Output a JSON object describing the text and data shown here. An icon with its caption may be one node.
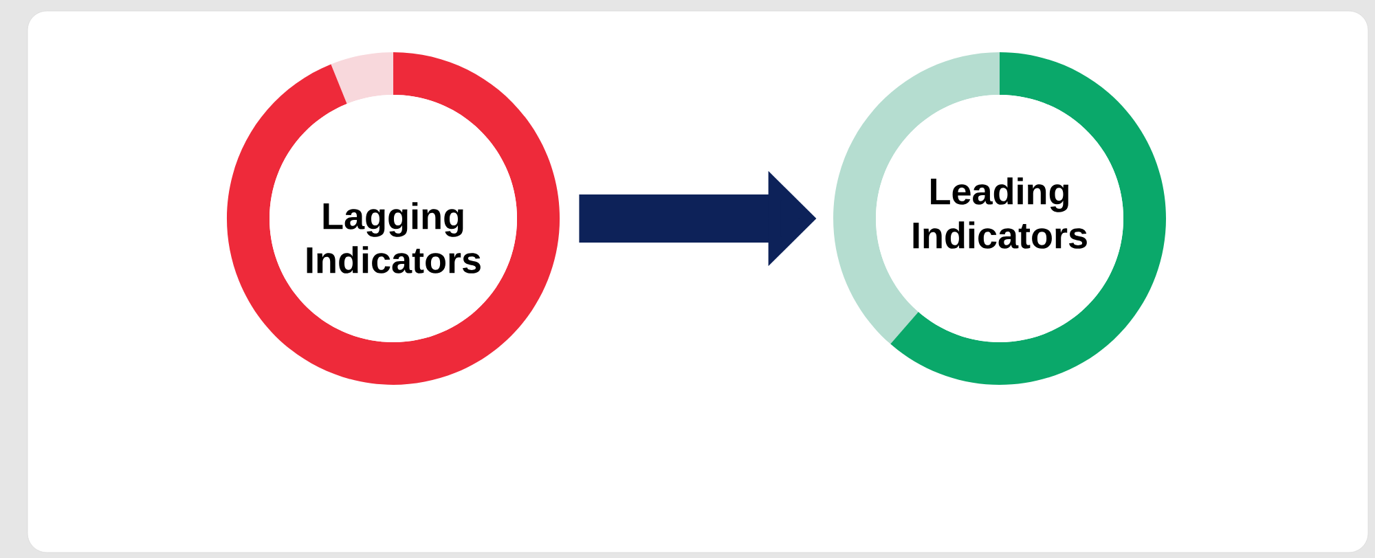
{
  "diagram": {
    "nodes": [
      {
        "text": [
          "Lagging Indicators"
        ]
      },
      {
        "text": [
          "Leading Indicators"
        ]
      }
    ],
    "edges": [
      {
        "from": 0,
        "to": 1,
        "arrow": "to"
      }
    ]
  }
}
